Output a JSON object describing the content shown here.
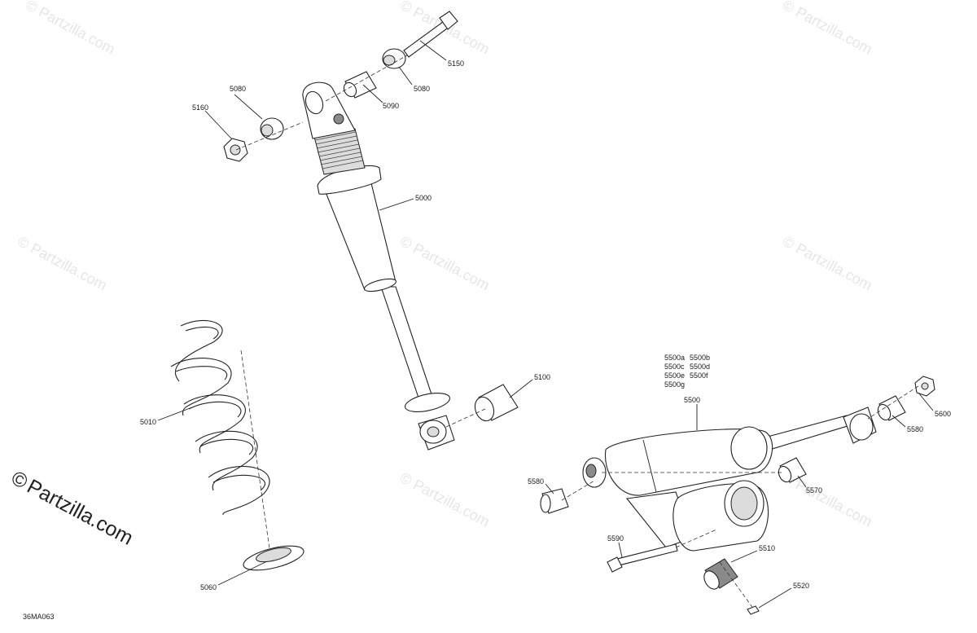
{
  "diagram": {
    "figure_code": "36MA063",
    "watermark": {
      "text": "© Partzilla.com",
      "short": "Partzilla.com",
      "symbol": "©"
    },
    "labels": {
      "p5150": "5150",
      "p5080a": "5080",
      "p5090": "5090",
      "p5080b": "5080",
      "p5160": "5160",
      "p5000": "5000",
      "p5010": "5010",
      "p5060": "5060",
      "p5100": "5100",
      "p5500a": "5500a",
      "p5500b": "5500b",
      "p5500c": "5500c",
      "p5500d": "5500d",
      "p5500e": "5500e",
      "p5500f": "5500f",
      "p5500g": "5500g",
      "p5500": "5500",
      "p5600": "5600",
      "p5580a": "5580",
      "p5580b": "5580",
      "p5570": "5570",
      "p5590": "5590",
      "p5510": "5510",
      "p5520": "5520"
    }
  }
}
